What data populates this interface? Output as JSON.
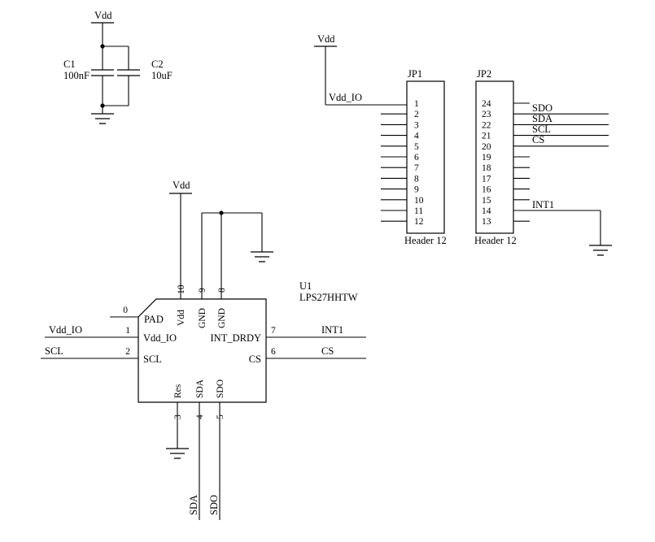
{
  "decoupling": {
    "vdd": "Vdd",
    "c1_ref": "C1",
    "c1_value": "100nF",
    "c2_ref": "C2",
    "c2_value": "10uF"
  },
  "rail": {
    "vdd": "Vdd",
    "vdd_io": "Vdd_IO"
  },
  "jp1": {
    "ref": "JP1",
    "part": "Header 12",
    "pins": [
      "1",
      "2",
      "3",
      "4",
      "5",
      "6",
      "7",
      "8",
      "9",
      "10",
      "11",
      "12"
    ]
  },
  "jp2": {
    "ref": "JP2",
    "part": "Header 12",
    "pins": [
      "24",
      "23",
      "22",
      "21",
      "20",
      "19",
      "18",
      "17",
      "16",
      "15",
      "14",
      "13"
    ],
    "sdo": "SDO",
    "sda": "SDA",
    "scl": "SCL",
    "cs": "CS",
    "int1": "INT1"
  },
  "u1": {
    "ref": "U1",
    "part": "LPS27HHTW",
    "vdd": "Vdd",
    "pad": {
      "num": "0",
      "label": "PAD"
    },
    "pin1": {
      "num": "1",
      "label": "Vdd_IO",
      "net": "Vdd_IO"
    },
    "pin2": {
      "num": "2",
      "label": "SCL",
      "net": "SCL"
    },
    "pin3": {
      "num": "3",
      "label": "Res"
    },
    "pin4": {
      "num": "4",
      "label": "SDA",
      "net": "SDA"
    },
    "pin5": {
      "num": "5",
      "label": "SDO",
      "net": "SDO"
    },
    "pin6": {
      "num": "6",
      "label": "CS",
      "net": "CS"
    },
    "pin7": {
      "num": "7",
      "label": "INT_DRDY",
      "net": "INT1"
    },
    "pin8": {
      "num": "8",
      "label": "GND"
    },
    "pin9": {
      "num": "9",
      "label": "GND"
    },
    "pin10": {
      "num": "10",
      "label": "Vdd"
    }
  }
}
